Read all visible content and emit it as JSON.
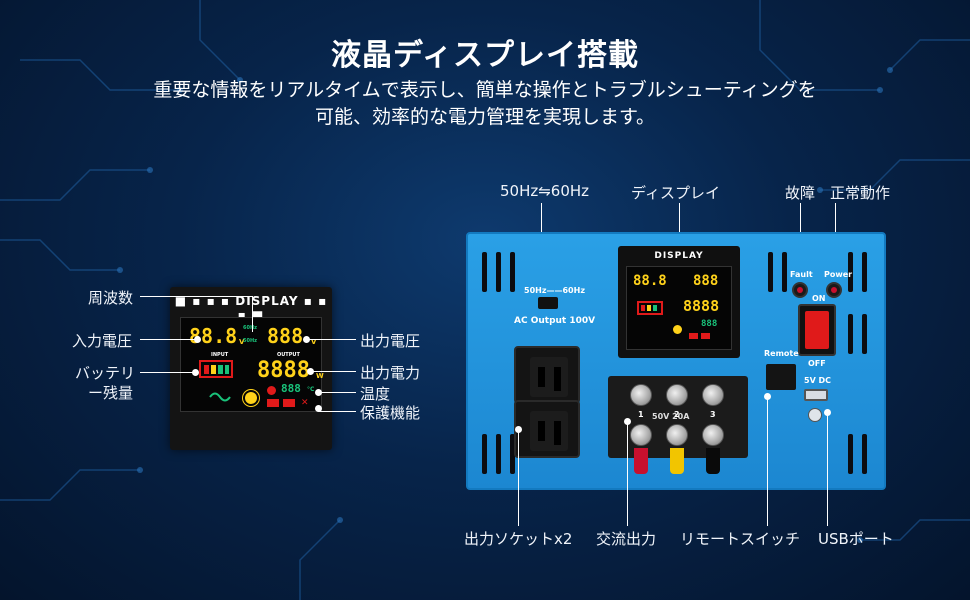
{
  "header": {
    "title": "液晶ディスプレイ搭載",
    "subtitle_line1": "重要な情報をリアルタイムで表示し、簡単な操作とトラブルシューティングを",
    "subtitle_line2": "可能、効率的な電力管理を実現します。"
  },
  "callouts_left": {
    "frequency": "周波数",
    "input_voltage": "入力電圧",
    "battery_line1": "バッテリ",
    "battery_line2": "ー残量"
  },
  "callouts_panel_right": {
    "output_voltage": "出力電圧",
    "output_power": "出力電力",
    "temperature": "温度",
    "protection": "保護機能"
  },
  "callouts_top": {
    "freq_switch": "50Hz⇋60Hz",
    "display": "ディスプレイ",
    "fault": "故障",
    "normal": "正常動作"
  },
  "callouts_bottom": {
    "outlets": "出力ソケットx2",
    "ac_output": "交流出力",
    "remote": "リモートスイッチ",
    "usb": "USBポート"
  },
  "panel": {
    "title": "DISPLAY",
    "input_digits": "88.8",
    "output_digits": "888",
    "power_digits": "8888",
    "temp_digits": "888",
    "hz60": "60Hz",
    "hz50": "50Hz",
    "input_tag": "INPUT",
    "output_tag": "OUTPUT",
    "v_unit": "V",
    "w_unit": "W",
    "c_unit": "°C"
  },
  "inverter": {
    "display_title": "DISPLAY",
    "freq_switch_label": "50Hz——60Hz",
    "ac_output_label": "AC Output 100V",
    "fault_label": "Fault",
    "power_label": "Power",
    "on_label": "ON",
    "off_label": "OFF",
    "remote_label": "Remote",
    "usb_label": "5V DC",
    "terminal_numbers": [
      "1",
      "2",
      "3"
    ],
    "terminal_rating": "50V 20A"
  },
  "colors": {
    "background": "#07244a",
    "inverter_blue": "#2aa0e6",
    "segment_yellow": "#ffd21a",
    "segment_green": "#19c27a",
    "warning_red": "#e01a1a"
  }
}
